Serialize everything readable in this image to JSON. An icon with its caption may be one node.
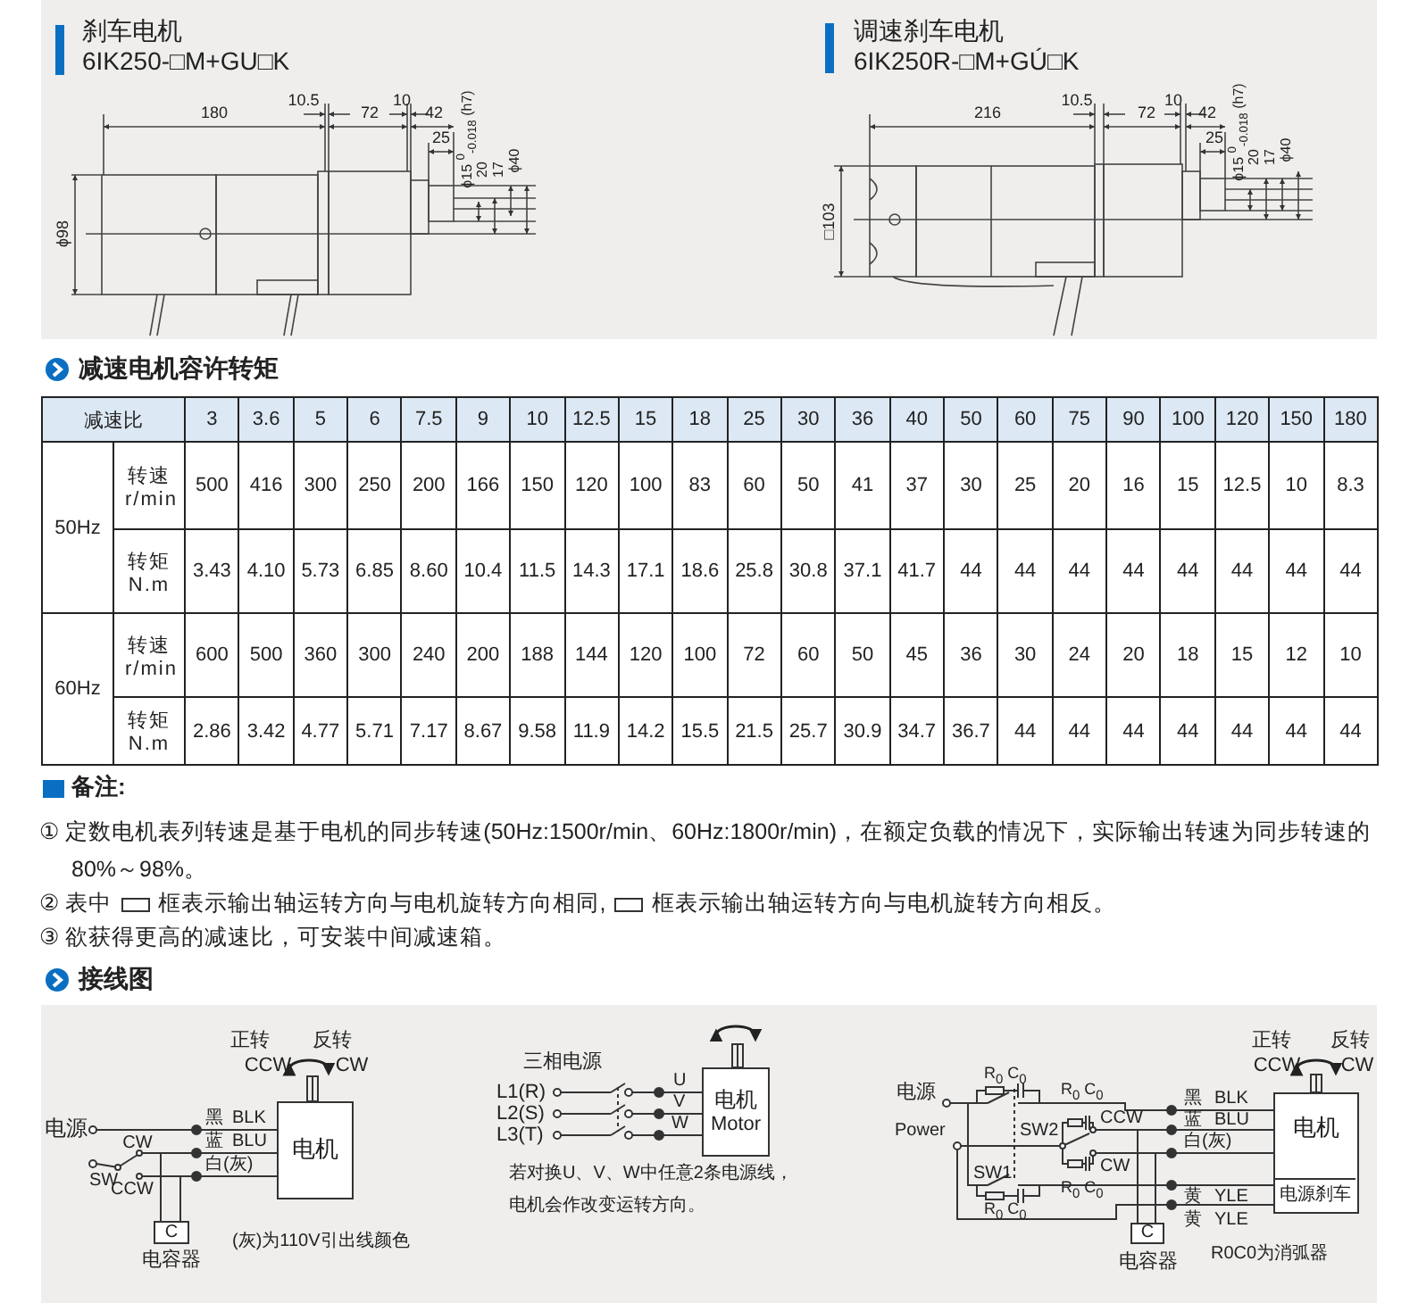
{
  "diagram": {
    "nodes": [
      {
        "text": [
          "电机"
        ]
      },
      {
        "text": [
          "C"
        ],
        "beside": [
          "电容器"
        ]
      },
      {
        "text": [
          "电机",
          "Motor"
        ]
      },
      {
        "text": [
          "电机"
        ]
      },
      {
        "text": [
          "电源刹车"
        ],
        "in": 3
      },
      {
        "text": [
          "C"
        ],
        "beside": [
          "电容器"
        ]
      }
    ],
    "edges": [
      {
        "from": 1,
        "to": 0,
        "arrow": "none"
      },
      {
        "from": 1,
        "to": 0,
        "arrow": "none"
      },
      {
        "from": 5,
        "to": 3,
        "arrow": "none"
      },
      {
        "from": 5,
        "to": 3,
        "arrow": "none"
      }
    ],
    "labels": [
      "刹车电机",
      "6IK250-□M+GU□K",
      "180",
      "10.5",
      "72",
      "10",
      "42",
      "25",
      "ϕ15 $^{0}$$_{-0.018}$ (h7)",
      "20",
      "17",
      "ϕ40",
      "ϕ98",
      "调速刹车电机",
      "6IK250R-□M+GÚ□K",
      "216",
      "10.5",
      "72",
      "10",
      "42",
      "25",
      "ϕ15 $^{0}$$_{-0.018}$ (h7)",
      "20",
      "17",
      "ϕ40",
      "□103",
      "减速电机容许转矩",
      "减速比",
      "3",
      "3.6",
      "5",
      "6",
      "7.5",
      "9",
      "10",
      "12.5",
      "15",
      "18",
      "25",
      "30",
      "36",
      "40",
      "50",
      "60",
      "75",
      "90",
      "100",
      "120",
      "150",
      "180",
      "50Hz",
      "转速 r/min",
      "500",
      "416",
      "300",
      "250",
      "200",
      "166",
      "150",
      "120",
      "100",
      "83",
      "60",
      "50",
      "41",
      "37",
      "30",
      "25",
      "20",
      "16",
      "15",
      "12.5",
      "10",
      "8.3",
      "转矩 N.m",
      "3.43",
      "4.10",
      "5.73",
      "6.85",
      "8.60",
      "10.4",
      "11.5",
      "14.3",
      "17.1",
      "18.6",
      "25.8",
      "30.8",
      "37.1",
      "41.7",
      "44",
      "44",
      "44",
      "44",
      "44",
      "44",
      "44",
      "44",
      "60Hz",
      "转速 r/min",
      "600",
      "500",
      "360",
      "300",
      "240",
      "200",
      "188",
      "144",
      "120",
      "100",
      "72",
      "60",
      "50",
      "45",
      "36",
      "30",
      "24",
      "20",
      "18",
      "15",
      "12",
      "10",
      "转矩 N.m",
      "2.86",
      "3.42",
      "4.77",
      "5.71",
      "7.17",
      "8.67",
      "9.58",
      "11.9",
      "14.2",
      "15.5",
      "21.5",
      "25.7",
      "30.9",
      "34.7",
      "36.7",
      "44",
      "44",
      "44",
      "44",
      "44",
      "44",
      "44",
      "备注:",
      "① 定数电机表列转速是基于电机的同步转速(50Hz:1500r/min、60Hz:1800r/min)，在额定负载的情况下，实际输出转速为同步转速的80%～98%。",
      "② 表中",
      "框表示输出轴运转方向与电机旋转方向相同,",
      "框表示输出轴运转方向与电机旋转方向相反。",
      "③ 欲获得更高的减速比，可安装中间减速箱。",
      "接线图",
      "正转",
      "反转",
      "CCW",
      "CW",
      "电源",
      "CW",
      "黑",
      "BLK",
      "蓝",
      "BLU",
      "SW",
      "白(灰)",
      "CCW",
      "(灰)为110V引出线颜色",
      "三相电源",
      "L1(R)",
      "U",
      "L2(S)",
      "V",
      "L3(T)",
      "W",
      "若对换U、V、W中任意2条电源线，",
      "电机会作改变运转方向。",
      "正转",
      "反转",
      "R$_{0}$ C$_{0}$",
      "CCW",
      "CW",
      "黑",
      "BLK",
      "电源",
      "Power",
      "SW2",
      "R$_{0}$ C$_{0}$",
      "CCW",
      "蓝",
      "BLU",
      "白(灰)",
      "CW",
      "SW1",
      "R$_{0}$ C$_{0}$",
      "黄",
      "YLE",
      "R$_{0}$ C$_{0}$",
      "黄",
      "YLE",
      "R0C0为消弧器"
    ]
  }
}
